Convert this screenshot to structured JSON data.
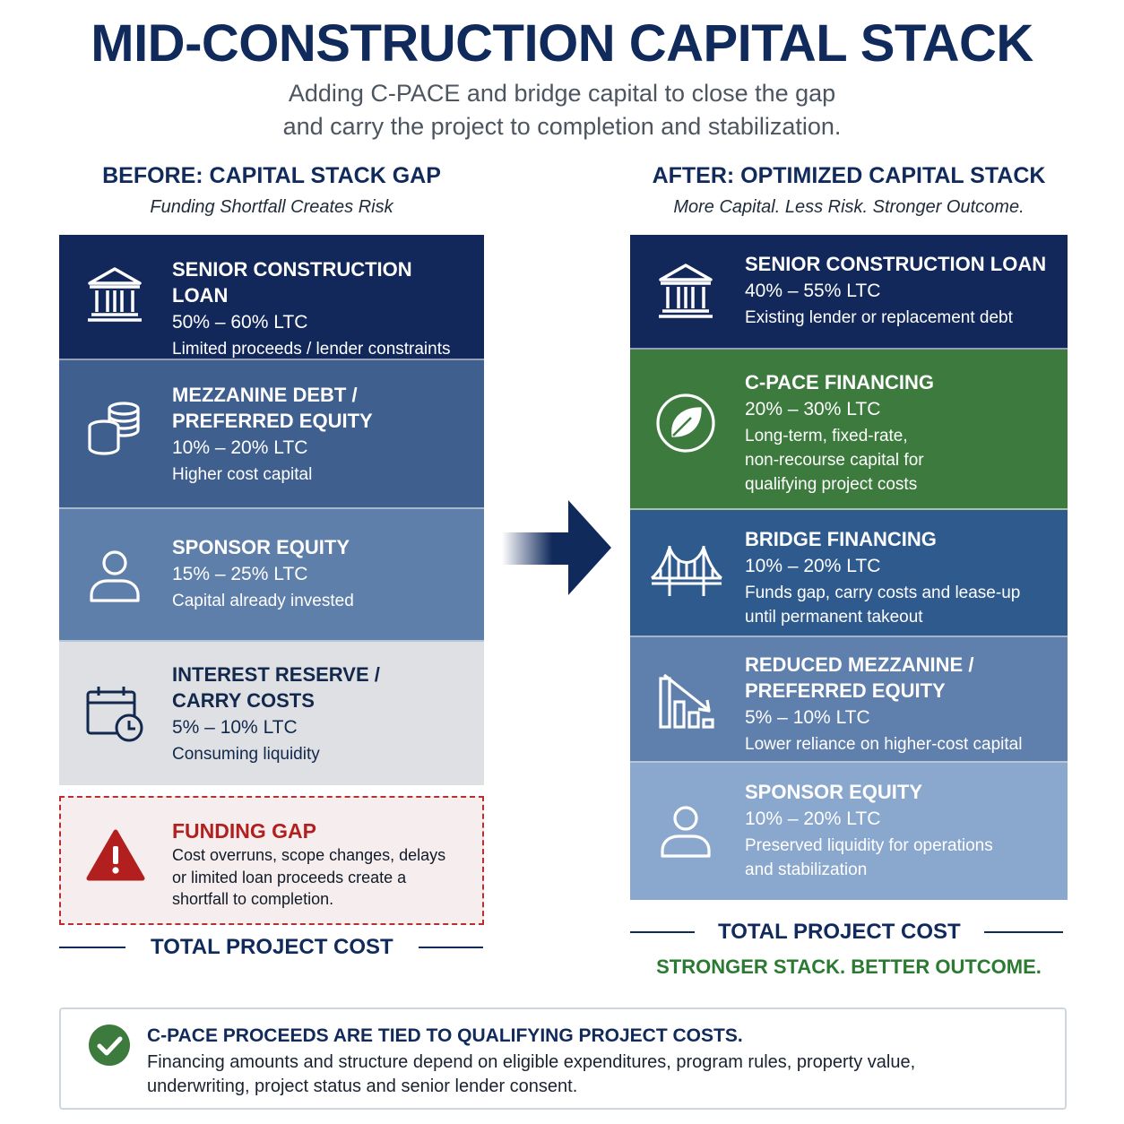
{
  "header": {
    "title": "MID-CONSTRUCTION CAPITAL STACK",
    "subtitle_line1": "Adding C-PACE and bridge capital to close the gap",
    "subtitle_line2": "and carry the project to completion and stabilization."
  },
  "before": {
    "title": "BEFORE: CAPITAL STACK GAP",
    "subtitle": "Funding Shortfall Creates Risk",
    "blocks": [
      {
        "icon": "bank-icon",
        "title": "SENIOR CONSTRUCTION LOAN",
        "ltc": "50% – 60% LTC",
        "desc": "Limited proceeds / lender constraints",
        "color": "#12285a"
      },
      {
        "icon": "coins-icon",
        "title_line1": "MEZZANINE DEBT /",
        "title_line2": "PREFERRED EQUITY",
        "ltc": "10% – 20% LTC",
        "desc": "Higher cost capital",
        "color": "#3f5f8f"
      },
      {
        "icon": "person-icon",
        "title": "SPONSOR EQUITY",
        "ltc": "15% – 25% LTC",
        "desc": "Capital already invested",
        "color": "#5f7fab"
      },
      {
        "icon": "calendar-clock-icon",
        "title_line1": "INTEREST RESERVE /",
        "title_line2": "CARRY COSTS",
        "ltc": "5% – 10% LTC",
        "desc": "Consuming liquidity",
        "color": "#dfe0e3"
      }
    ],
    "gap": {
      "icon": "warning-icon",
      "title": "FUNDING GAP",
      "desc_line1": "Cost overruns, scope changes, delays",
      "desc_line2": "or limited loan proceeds create a",
      "desc_line3": "shortfall to completion."
    },
    "total_label": "TOTAL PROJECT COST"
  },
  "after": {
    "title": "AFTER: OPTIMIZED CAPITAL STACK",
    "subtitle": "More Capital. Less Risk. Stronger Outcome.",
    "blocks": [
      {
        "icon": "bank-icon",
        "title": "SENIOR CONSTRUCTION LOAN",
        "ltc": "40% – 55% LTC",
        "desc": "Existing lender or replacement debt",
        "color": "#12285a"
      },
      {
        "icon": "leaf-icon",
        "title": "C-PACE FINANCING",
        "ltc": "20% – 30% LTC",
        "desc_line1": "Long-term, fixed-rate,",
        "desc_line2": "non-recourse capital for",
        "desc_line3": "qualifying project costs",
        "color": "#3c7a3d"
      },
      {
        "icon": "bridge-icon",
        "title": "BRIDGE FINANCING",
        "ltc": "10% – 20% LTC",
        "desc_line1": "Funds gap, carry costs and lease-up",
        "desc_line2": "until permanent takeout",
        "color": "#2f5a8e"
      },
      {
        "icon": "declining-chart-icon",
        "title_line1": "REDUCED MEZZANINE /",
        "title_line2": "PREFERRED EQUITY",
        "ltc": "5% – 10% LTC",
        "desc": "Lower reliance on higher-cost capital",
        "color": "#5f7fac"
      },
      {
        "icon": "person-icon",
        "title": "SPONSOR EQUITY",
        "ltc": "10% – 20% LTC",
        "desc_line1": "Preserved liquidity for operations",
        "desc_line2": "and stabilization",
        "color": "#8aa7ce"
      }
    ],
    "total_label": "TOTAL PROJECT COST",
    "tagline": "STRONGER STACK. BETTER OUTCOME."
  },
  "footer": {
    "icon": "check-circle-icon",
    "title": "C-PACE PROCEEDS ARE TIED TO QUALIFYING PROJECT COSTS.",
    "desc_line1": "Financing amounts and structure depend on eligible expenditures, program rules, property value,",
    "desc_line2": "underwriting, project status and senior lender consent."
  },
  "colors": {
    "navy": "#102a5c",
    "green": "#3c7a3d",
    "red": "#b21f1f"
  }
}
